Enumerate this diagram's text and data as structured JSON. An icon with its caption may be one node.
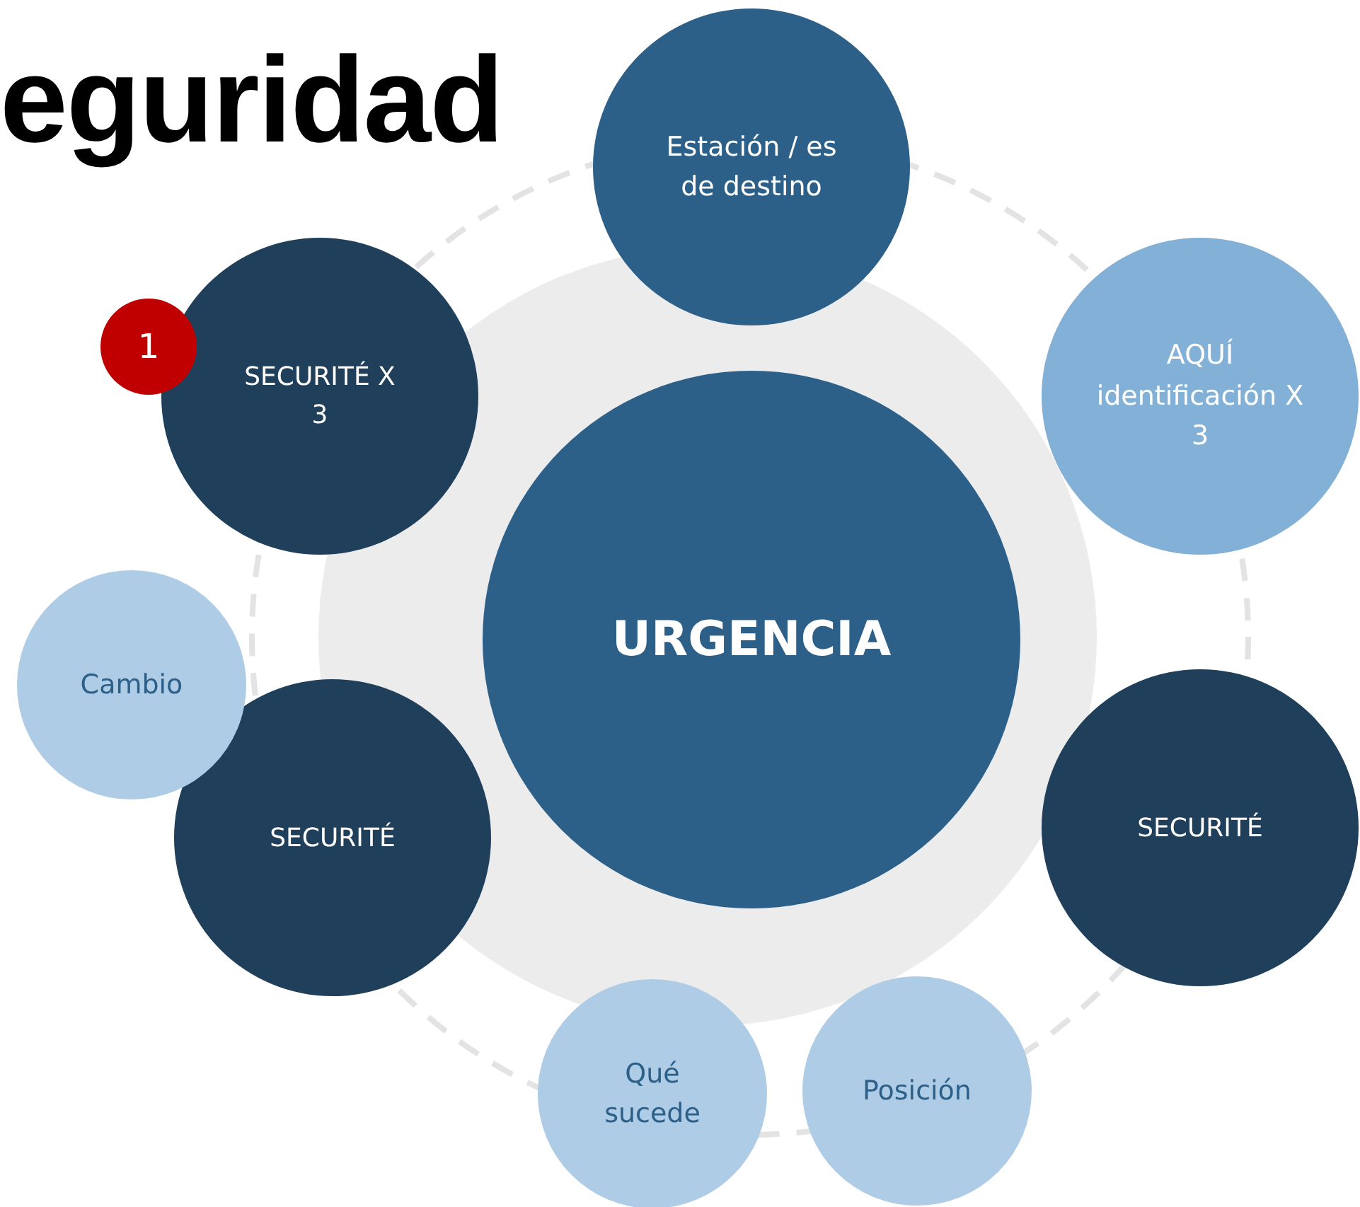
{
  "diagram": {
    "title": "eguridad",
    "nodes": [
      {
        "text": [
          "Estación / es de destino"
        ]
      },
      {
        "text": [
          "SECURITÉ X 3"
        ]
      },
      {
        "text": [
          "1"
        ]
      },
      {
        "text": [
          "AQUÍ identificación X 3"
        ]
      },
      {
        "text": [
          "URGENCIA"
        ]
      },
      {
        "text": [
          "Cambio"
        ]
      },
      {
        "text": [
          "SECURITÉ"
        ]
      },
      {
        "text": [
          "SECURITÉ"
        ]
      },
      {
        "text": [
          "Qué sucede"
        ]
      },
      {
        "text": [
          "Posición"
        ]
      }
    ],
    "edges": []
  }
}
